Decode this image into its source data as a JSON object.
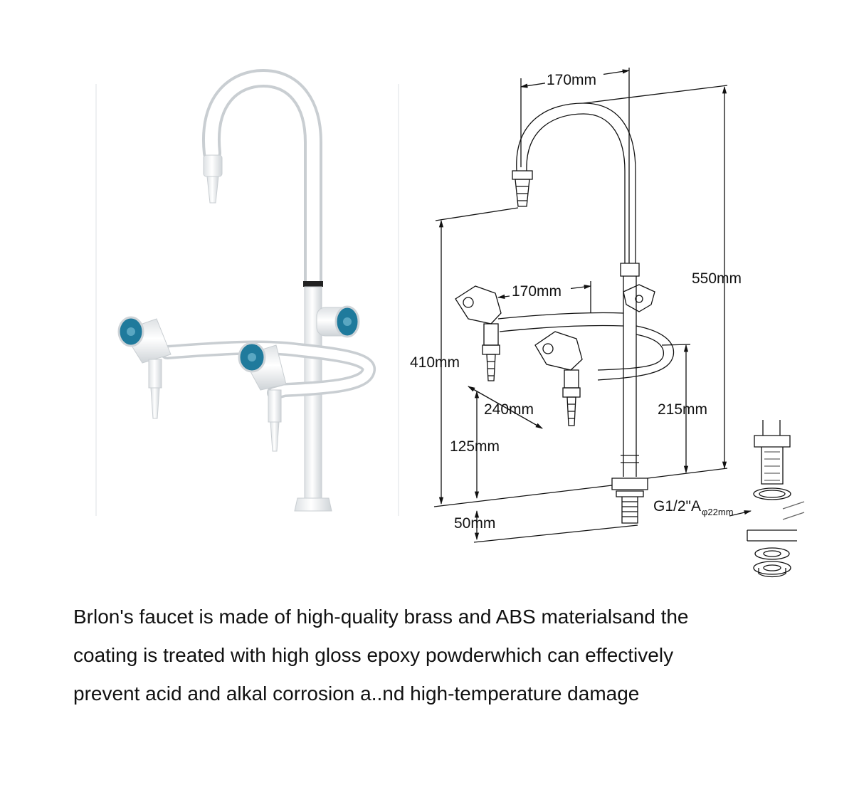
{
  "diagram": {
    "dimensions": {
      "top_width": "170mm",
      "height_total": "550mm",
      "arm_width": "170mm",
      "height_outlet": "410mm",
      "depth": "240mm",
      "height_arm": "215mm",
      "height_valve": "125mm",
      "base_offset": "50mm",
      "thread": "G1/2\"A",
      "diameter": "φ22mm"
    }
  },
  "description": {
    "line1": "Brlon's faucet is made of high-quality brass and ABS materialsand the",
    "line2": "coating is treated with high gloss epoxy powderwhich can effectively",
    "line3": "prevent acid and alkal corrosion a..nd high-temperature damage"
  },
  "colors": {
    "knob_accent": "#1f7a9c",
    "line": "#111111",
    "white_body": "#ffffff",
    "shade": "#d9dde0"
  }
}
